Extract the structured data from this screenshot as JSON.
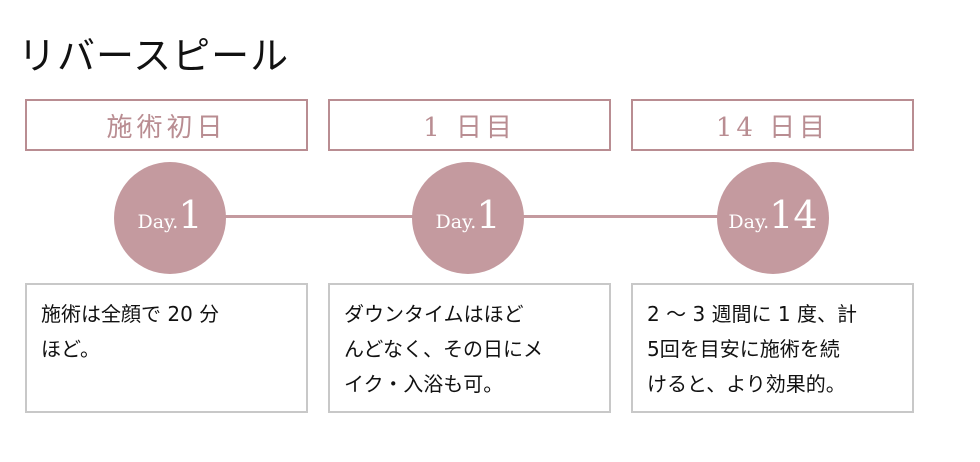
{
  "title": "リバースピール",
  "stages": [
    {
      "header": "施術初日",
      "day_word": "Day.",
      "day_number": "1",
      "description_lines": [
        "施術は全顔で 20 分",
        "ほど。"
      ]
    },
    {
      "header": "1 日目",
      "day_word": "Day.",
      "day_number": "1",
      "description_lines": [
        "ダウンタイムはほど",
        "んどなく、その日にメ",
        "イク・入浴も可。"
      ]
    },
    {
      "header": "14 日目",
      "day_word": "Day.",
      "day_number": "14",
      "description_lines": [
        "2 〜 3 週間に 1 度、計",
        "5回を目安に施術を続",
        "けると、より効果的。"
      ]
    }
  ],
  "colors": {
    "accent": "#c49a9f",
    "header_text": "#b98d92",
    "box_border": "#c8c8c8"
  }
}
